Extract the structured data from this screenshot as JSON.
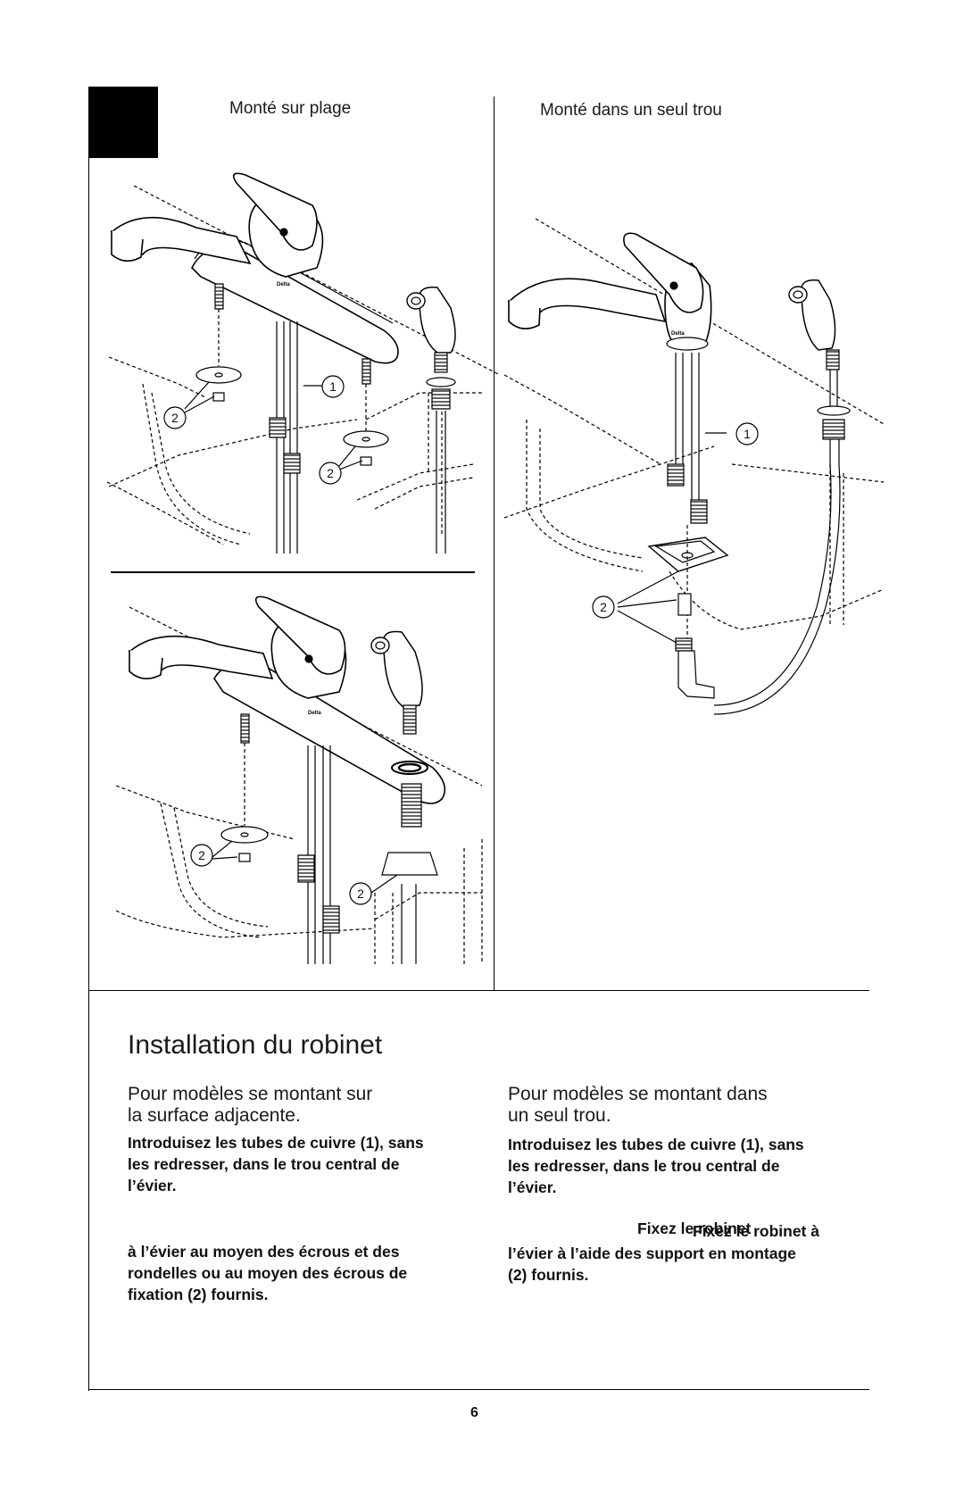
{
  "figure": {
    "left_title": "Monté sur plage",
    "right_title": "Monté dans un seul trou",
    "callouts": {
      "tubes": "1",
      "fasteners": "2"
    },
    "brand": "Delta"
  },
  "section": {
    "title": "Installation du robinet",
    "left": {
      "subtitle_line1": "Pour modèles se montant sur",
      "subtitle_line2": "la surface adjacente.",
      "step1": [
        "Introduisez les tubes de cuivre (1), sans",
        "les redresser, dans le trou central de",
        "l’évier."
      ],
      "step2": [
        "à l’évier au moyen des écrous et des",
        "rondelles ou au moyen des écrous de",
        "fixation (2) fournis."
      ]
    },
    "right": {
      "subtitle_line1": "Pour modèles se montant dans",
      "subtitle_line2": "un seul trou.",
      "step1": [
        "Introduisez les tubes de cuivre (1), sans",
        "les redresser, dans le trou central de",
        "l’évier."
      ],
      "step2_heading_a": "Fixez le robinet",
      "step2_heading_b": "Fixez le robinet à",
      "step2": [
        "l’évier à l’aide des support en montage",
        "(2) fournis."
      ]
    }
  },
  "footer": {
    "page_number": "6"
  }
}
